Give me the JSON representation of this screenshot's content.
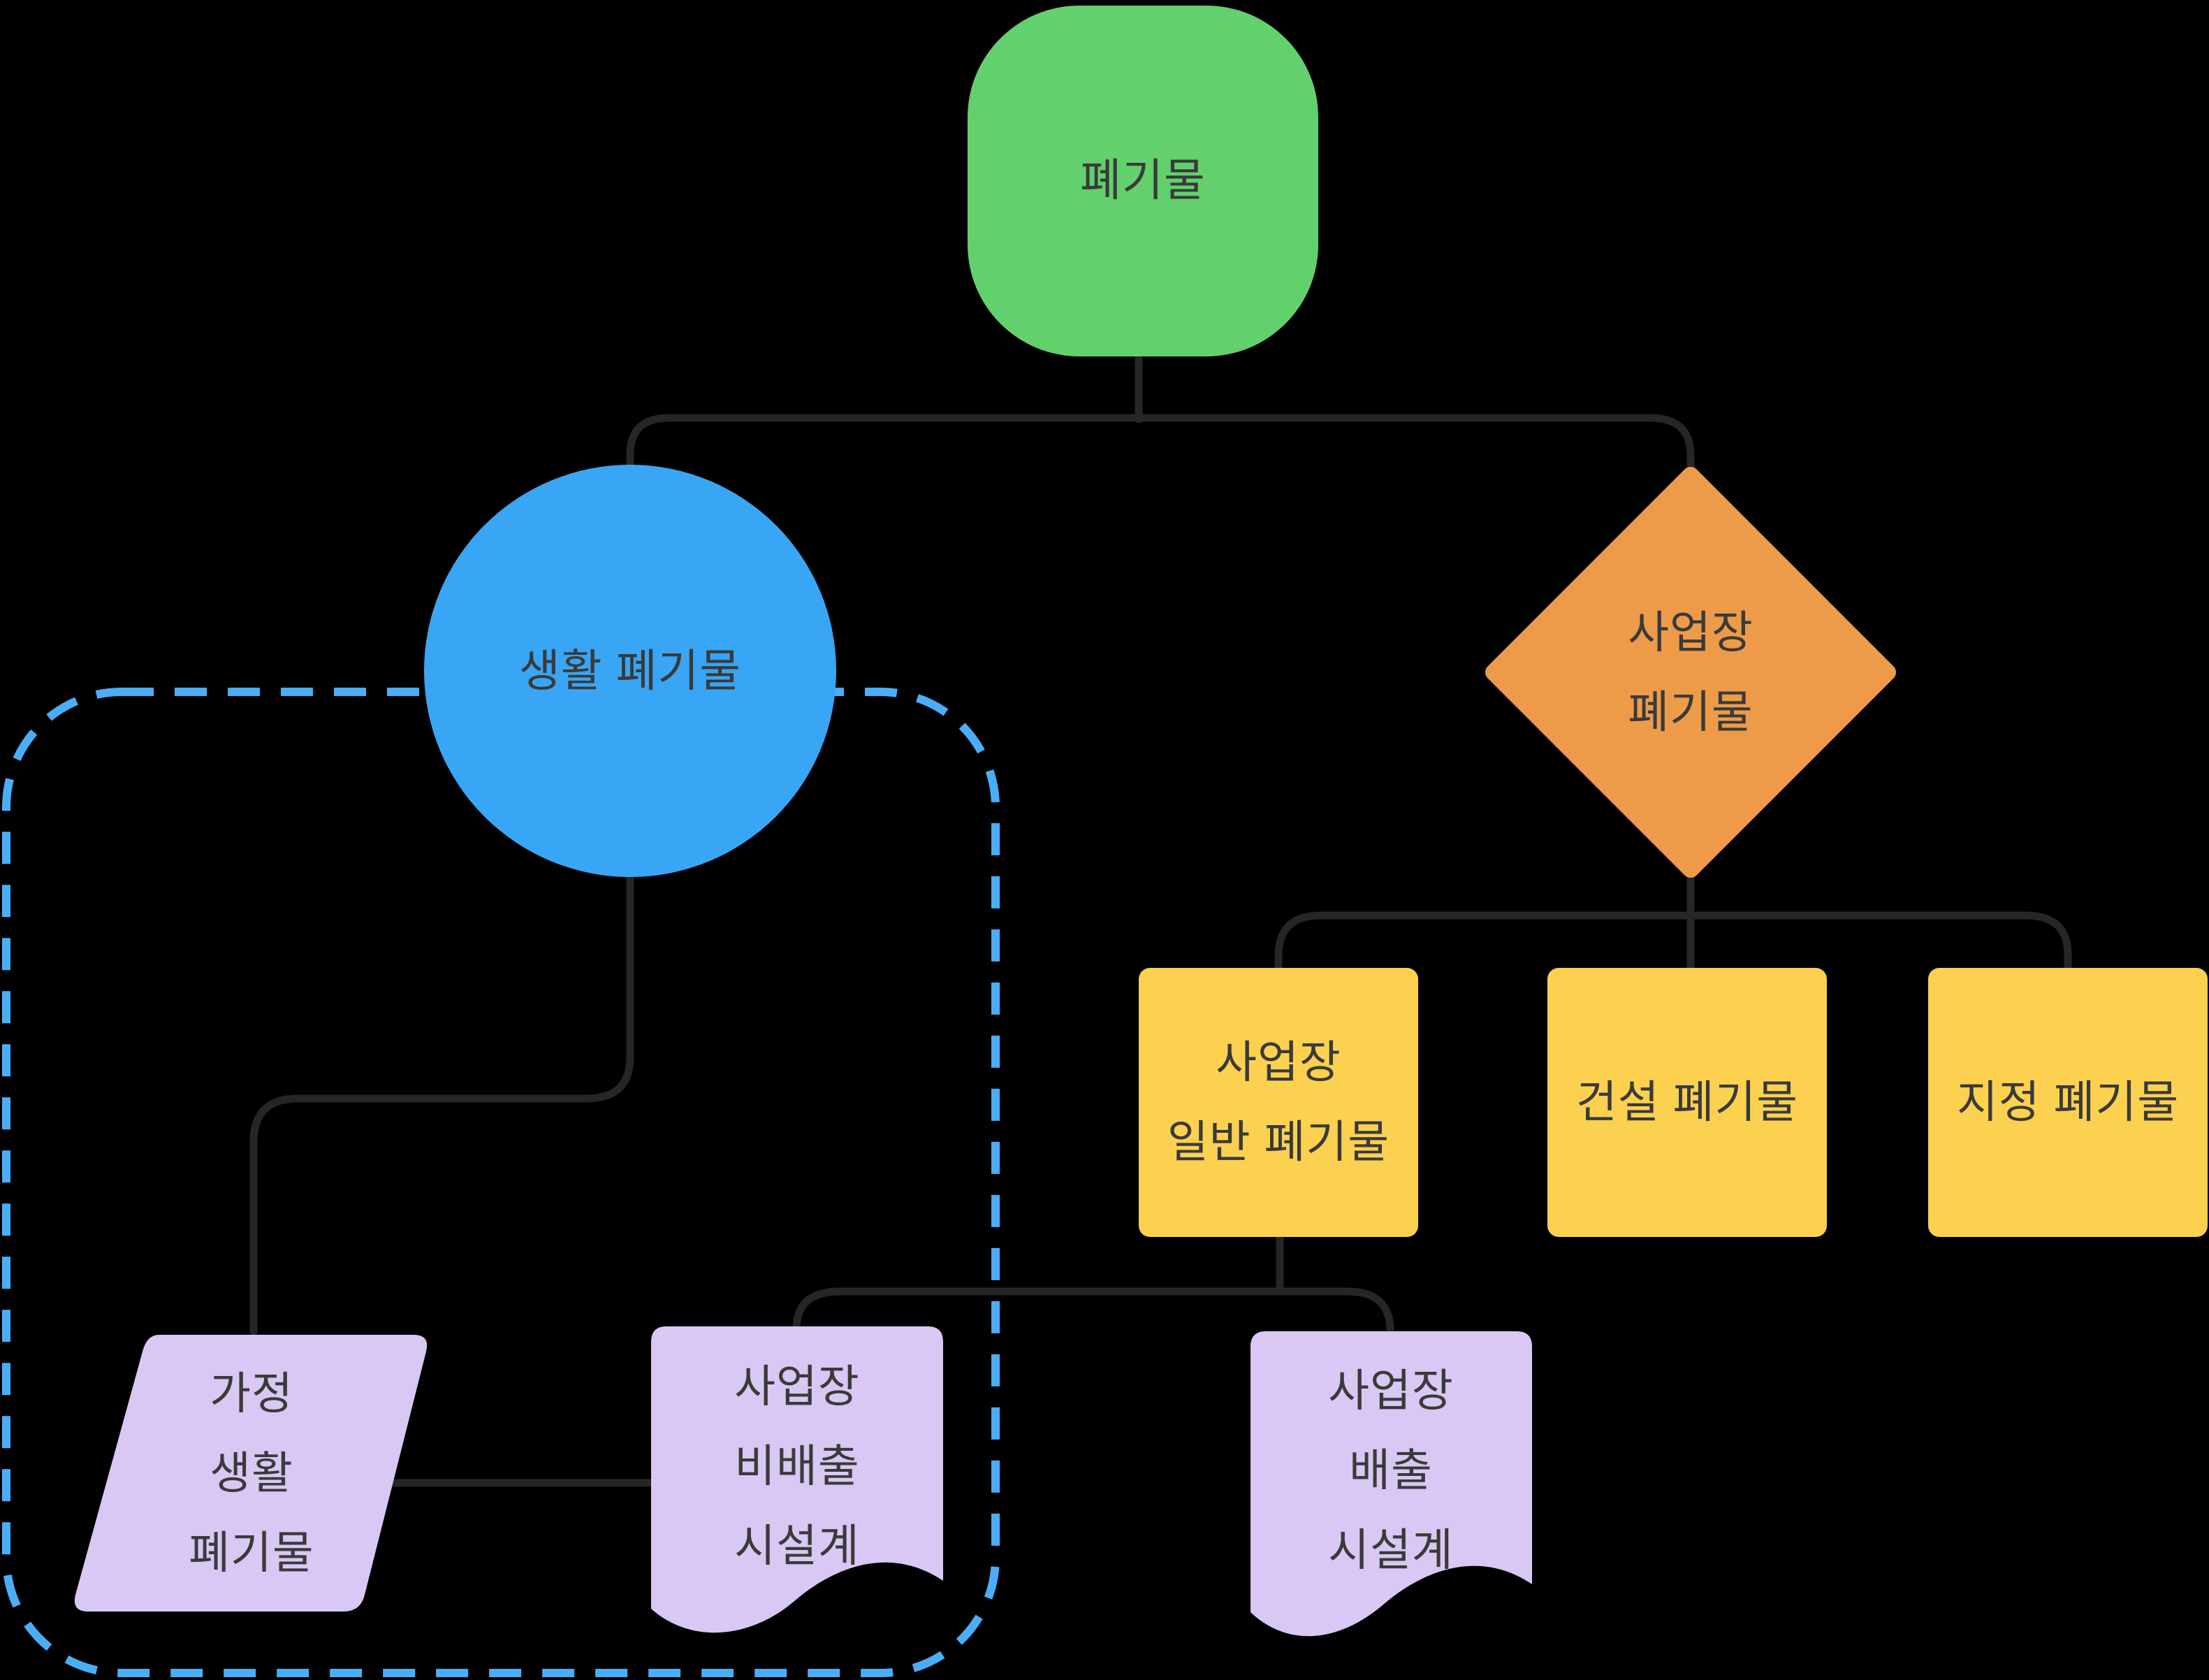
{
  "diagram": {
    "title": "waste-classification-flowchart",
    "background_color": "#000000",
    "connector_color": "#262626",
    "group_border_color": "#4aaef7",
    "text_color": "#3a3a3a",
    "nodes": {
      "root": {
        "label": "폐기물",
        "shape": "rounded-square",
        "color": "#63d06e"
      },
      "household_waste": {
        "label": "생활 폐기물",
        "shape": "circle",
        "color": "#38a6f4"
      },
      "workplace_waste": {
        "label": "사업장\n폐기물",
        "shape": "diamond",
        "color": "#ee9b49"
      },
      "workplace_general_waste": {
        "label": "사업장\n일반 폐기물",
        "shape": "rectangle",
        "color": "#fcd150"
      },
      "construction_waste": {
        "label": "건설 폐기물",
        "shape": "rectangle",
        "color": "#fcd150"
      },
      "designated_waste": {
        "label": "지정 폐기물",
        "shape": "rectangle",
        "color": "#fcd150"
      },
      "home_household_waste": {
        "label": "가정\n생활\n폐기물",
        "shape": "parallelogram",
        "color": "#d9c8f3"
      },
      "workplace_non_discharge_facility": {
        "label": "사업장\n비배출\n시설계",
        "shape": "document",
        "color": "#d9c8f3"
      },
      "workplace_discharge_facility": {
        "label": "사업장\n배출\n시설계",
        "shape": "document",
        "color": "#d9c8f3"
      }
    }
  }
}
